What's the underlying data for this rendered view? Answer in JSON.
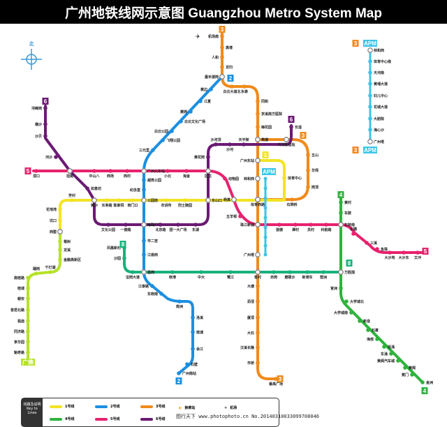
{
  "title": "广州地铁线网示意图  Guangzhou Metro System Map",
  "compass": "北",
  "colors": {
    "line1": "#f3e324",
    "line2": "#1b8fe0",
    "line3": "#f08b1c",
    "line4": "#2fb33c",
    "line5": "#e7226e",
    "line6": "#6b1a73",
    "line8": "#19b27b",
    "guangfo": "#b6e22a",
    "apm": "#3dc4e8"
  },
  "badges": {
    "line1": "1",
    "line2": "2",
    "line3": "3",
    "line4": "4",
    "line5": "5",
    "line6": "6",
    "line8": "8",
    "apm": "APM",
    "guangfo": "广佛"
  },
  "stations": {
    "line3": [
      "机场南",
      "高增",
      "人和",
      "龙归",
      "嘉禾望岗",
      "白云大道北",
      "永泰",
      "同和",
      "京溪南方医院",
      "梅花园",
      "燕塘",
      "广州东站",
      "林和西",
      "体育西路",
      "珠江新城",
      "广州塔",
      "客村",
      "大塘",
      "沥滘",
      "厦滘",
      "大石",
      "汉溪长隆",
      "市桥",
      "番禺广场"
    ],
    "line3b": [
      "体育西路",
      "石牌桥",
      "岗顶",
      "华师",
      "五山",
      "天河客运站"
    ],
    "line2": [
      "嘉禾望岗",
      "黄边",
      "江夏",
      "萧岗",
      "白云文化广场",
      "白云公园",
      "飞翔公园",
      "三元里",
      "广州火车站",
      "越秀公园",
      "纪念堂",
      "公园前",
      "海珠广场",
      "市二宫",
      "江南西",
      "昌岗",
      "江泰路",
      "东晓南",
      "南洲",
      "洛溪",
      "南浦",
      "会江",
      "石壁",
      "广州南站"
    ],
    "line5": [
      "滘口",
      "坦尾",
      "中山八",
      "西场",
      "西村",
      "广州火车站",
      "小北",
      "淘金",
      "区庄",
      "动物园",
      "杨箕",
      "五羊邨",
      "珠江新城",
      "猎德",
      "潭村",
      "员村",
      "科韵路",
      "车陂南",
      "东圃",
      "三溪",
      "鱼珠",
      "大沙地",
      "大沙东",
      "文冲"
    ],
    "line1": [
      "西塱",
      "坑口",
      "花地湾",
      "芳村",
      "黄沙",
      "长寿路",
      "陈家祠",
      "西门口",
      "公园前",
      "农讲所",
      "烈士陵园",
      "东山口",
      "杨箕",
      "体育西路",
      "体育中心",
      "广州东站"
    ],
    "guangfo": [
      "西塱",
      "菊树",
      "龙溪",
      "金融高新区",
      "千灯湖",
      "礌岗",
      "南桂路",
      "桂城",
      "朝安",
      "普君北路",
      "祖庙",
      "同济路",
      "季华园",
      "魁奇路"
    ],
    "line6": [
      "浔峰岗",
      "横沙",
      "沙贝",
      "河沙",
      "坦尾",
      "如意坊",
      "黄沙",
      "文化公园",
      "一德路",
      "海珠广场",
      "北京路",
      "团一大广场",
      "东湖",
      "东山口",
      "区庄",
      "黄花岗",
      "沙河顶",
      "沙河",
      "天平架",
      "燕塘",
      "天河客运站",
      "长湴"
    ],
    "line4": [
      "黄村",
      "车陂",
      "车陂南",
      "万胜围",
      "官洲",
      "大学城北",
      "大学城南",
      "新造",
      "石碁",
      "海傍",
      "低涌",
      "东涌",
      "黄阁汽车城",
      "黄阁",
      "蕉门",
      "金洲"
    ],
    "line8": [
      "凤凰新村",
      "沙园",
      "宝岗大道",
      "昌岗",
      "晓港",
      "中大",
      "鹭江",
      "客村",
      "赤岗",
      "磨碟沙",
      "新港东",
      "琶洲",
      "万胜围"
    ],
    "apm": [
      "林和西",
      "体育中心南",
      "天河南",
      "黄埔大道",
      "妇儿中心",
      "花城大道",
      "大剧院",
      "海心沙",
      "广州塔"
    ]
  },
  "legend": {
    "header": "线路及说明 Key to Lines",
    "items": [
      {
        "key": "line1",
        "label": "1号线"
      },
      {
        "key": "line2",
        "label": "2号线"
      },
      {
        "key": "line3",
        "label": "3号线"
      },
      {
        "key": "line4",
        "label": "4号线"
      },
      {
        "key": "line5",
        "label": "5号线"
      },
      {
        "key": "line6",
        "label": "6号线"
      }
    ],
    "interchange": "换乘站",
    "airport": "机场"
  },
  "watermark": "图行天下 www.photophoto.cn No.20140310033099708046"
}
